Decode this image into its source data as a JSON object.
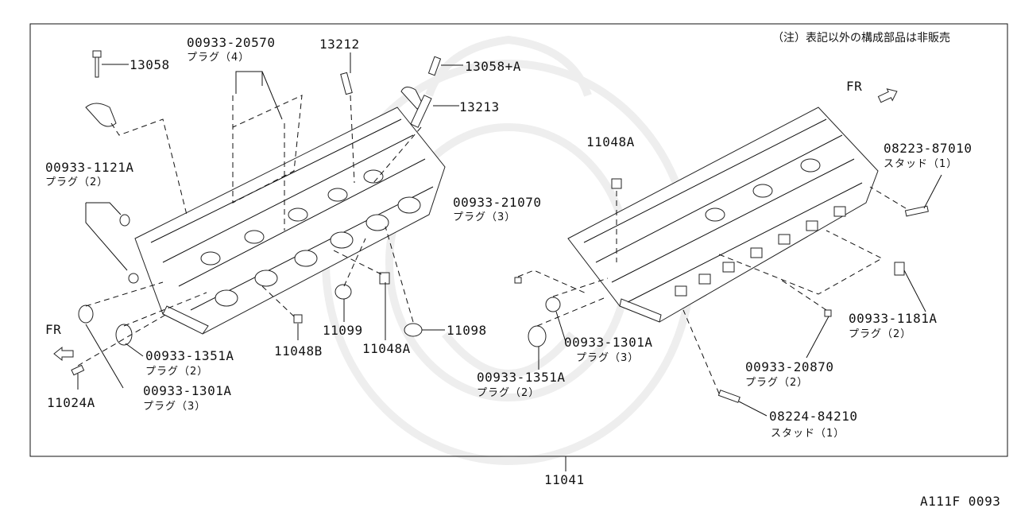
{
  "diagram": {
    "note": "（注）表記以外の構成部品は非販売",
    "fr_left": "FR",
    "fr_right": "FR",
    "assembly_code": "11041",
    "figure_code": "A111F 0093",
    "callouts": [
      {
        "code": "13058",
        "sub": ""
      },
      {
        "code": "00933-20570",
        "sub": "プラグ（4）"
      },
      {
        "code": "13212",
        "sub": ""
      },
      {
        "code": "13058+A",
        "sub": ""
      },
      {
        "code": "13213",
        "sub": ""
      },
      {
        "code": "00933-1121A",
        "sub": "プラグ（2）"
      },
      {
        "code": "11048A",
        "sub": ""
      },
      {
        "code": "08223-87010",
        "sub": "スタッド（1）"
      },
      {
        "code": "00933-21070",
        "sub": "プラグ（3）"
      },
      {
        "code": "11099",
        "sub": ""
      },
      {
        "code": "11048B",
        "sub": ""
      },
      {
        "code": "11048A",
        "sub": ""
      },
      {
        "code": "11098",
        "sub": ""
      },
      {
        "code": "00933-1351A",
        "sub": "プラグ（2）"
      },
      {
        "code": "00933-1301A",
        "sub": "プラグ（3）"
      },
      {
        "code": "11024A",
        "sub": ""
      },
      {
        "code": "00933-1301A",
        "sub": "プラグ（3）"
      },
      {
        "code": "00933-1351A",
        "sub": "プラグ（2）"
      },
      {
        "code": "00933-1181A",
        "sub": "プラグ（2）"
      },
      {
        "code": "00933-20870",
        "sub": "プラグ（2）"
      },
      {
        "code": "08224-84210",
        "sub": "スタッド（1）"
      }
    ]
  }
}
